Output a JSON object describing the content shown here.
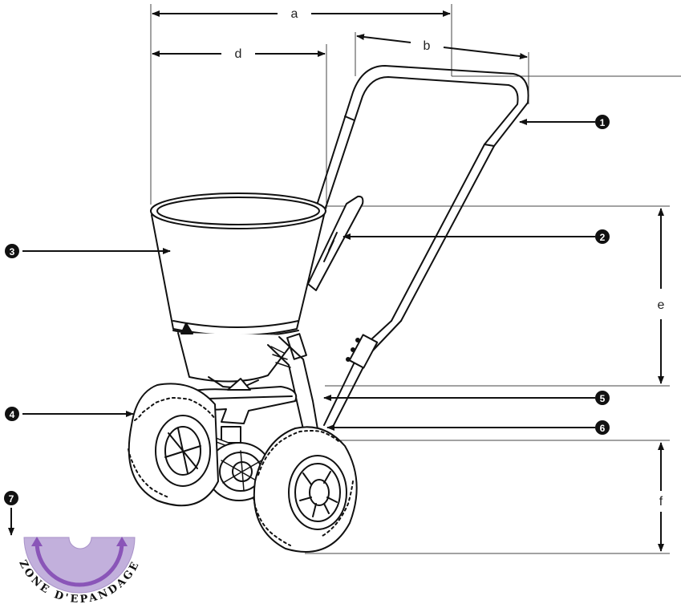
{
  "dimensions": {
    "a": "a",
    "b": "b",
    "d": "d",
    "e": "e",
    "f": "f"
  },
  "callouts": [
    "1",
    "2",
    "3",
    "4",
    "5",
    "6",
    "7"
  ],
  "spread_zone": {
    "text": "ZONE D'EPANDAGE",
    "fill_color": "#c2b0dc",
    "arrow_color": "#8a55b8"
  },
  "colors": {
    "line": "#111111",
    "callout_fill": "#111111",
    "callout_text": "#ffffff"
  }
}
